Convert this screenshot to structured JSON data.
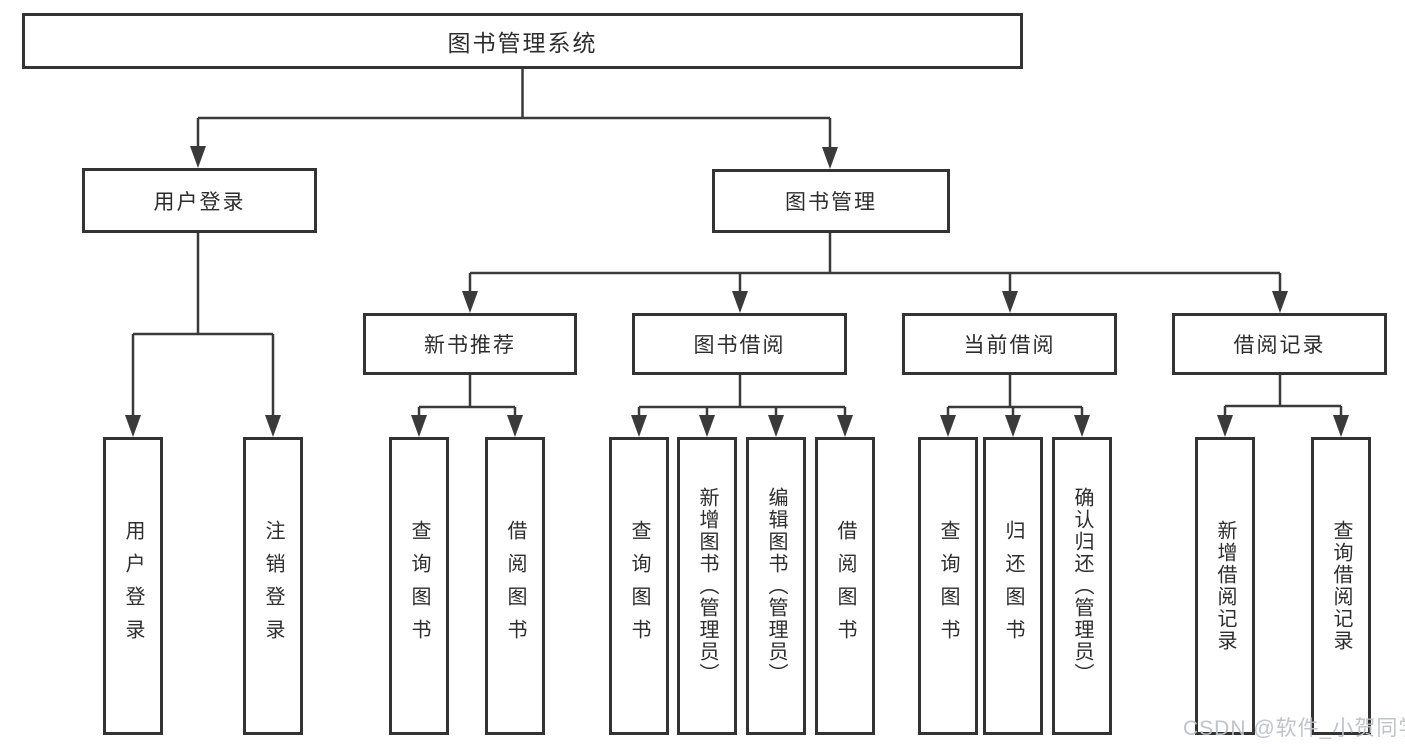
{
  "diagram": {
    "root": {
      "label": "图书管理系统"
    },
    "level2": [
      {
        "id": "user-login",
        "label": "用户登录"
      },
      {
        "id": "book-mgmt",
        "label": "图书管理"
      }
    ],
    "level3": [
      {
        "id": "new-book-rec",
        "label": "新书推荐",
        "parent": "book-mgmt"
      },
      {
        "id": "book-borrow",
        "label": "图书借阅",
        "parent": "book-mgmt"
      },
      {
        "id": "current-borrow",
        "label": "当前借阅",
        "parent": "book-mgmt"
      },
      {
        "id": "borrow-record",
        "label": "借阅记录",
        "parent": "book-mgmt"
      }
    ],
    "leaves": [
      {
        "id": "leaf-user-login",
        "label": "用户登录",
        "parent": "user-login"
      },
      {
        "id": "leaf-logout",
        "label": "注销登录",
        "parent": "user-login"
      },
      {
        "id": "leaf-query-books-1",
        "label": "查询图书",
        "parent": "new-book-rec"
      },
      {
        "id": "leaf-borrow-books-1",
        "label": "借阅图书",
        "parent": "new-book-rec"
      },
      {
        "id": "leaf-query-books-2",
        "label": "查询图书",
        "parent": "book-borrow"
      },
      {
        "id": "leaf-add-books",
        "label": "新增图书（管理员）",
        "parent": "book-borrow"
      },
      {
        "id": "leaf-edit-books",
        "label": "编辑图书（管理员）",
        "parent": "book-borrow"
      },
      {
        "id": "leaf-borrow-books-2",
        "label": "借阅图书",
        "parent": "book-borrow"
      },
      {
        "id": "leaf-query-books-3",
        "label": "查询图书",
        "parent": "current-borrow"
      },
      {
        "id": "leaf-return-books",
        "label": "归还图书",
        "parent": "current-borrow"
      },
      {
        "id": "leaf-confirm-return",
        "label": "确认归还（管理员）",
        "parent": "current-borrow"
      },
      {
        "id": "leaf-add-record",
        "label": "新增借阅记录",
        "parent": "borrow-record"
      },
      {
        "id": "leaf-query-record",
        "label": "查询借阅记录",
        "parent": "borrow-record"
      }
    ],
    "watermark": "CSDN @软件_小贺同学",
    "colors": {
      "line": "#3a3a3a",
      "box_border": "#333333",
      "text": "#2d2d2d",
      "background": "#ffffff",
      "watermark": "#bcc0c7"
    }
  }
}
